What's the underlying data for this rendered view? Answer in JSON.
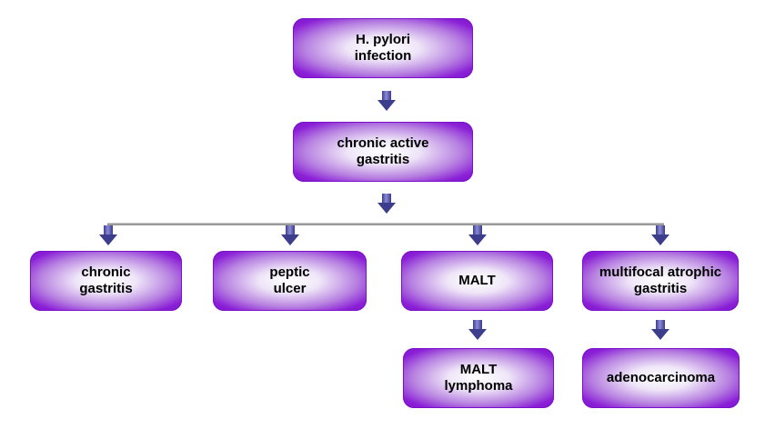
{
  "nodes": {
    "infection": "H. pylori\ninfection",
    "chronic_active": "chronic active\ngastritis",
    "chronic_gastritis": "chronic\ngastritis",
    "peptic_ulcer": "peptic\nulcer",
    "malt": "MALT",
    "multifocal": "multifocal atrophic\ngastritis",
    "malt_lymphoma": "MALT\nlymphoma",
    "adenocarcinoma": "adenocarcinoma"
  },
  "colors": {
    "node_fill": "#8a1fd6",
    "node_center": "#ffffff",
    "arrow": "#3d3d8e",
    "connector": "#9a9a9a"
  }
}
